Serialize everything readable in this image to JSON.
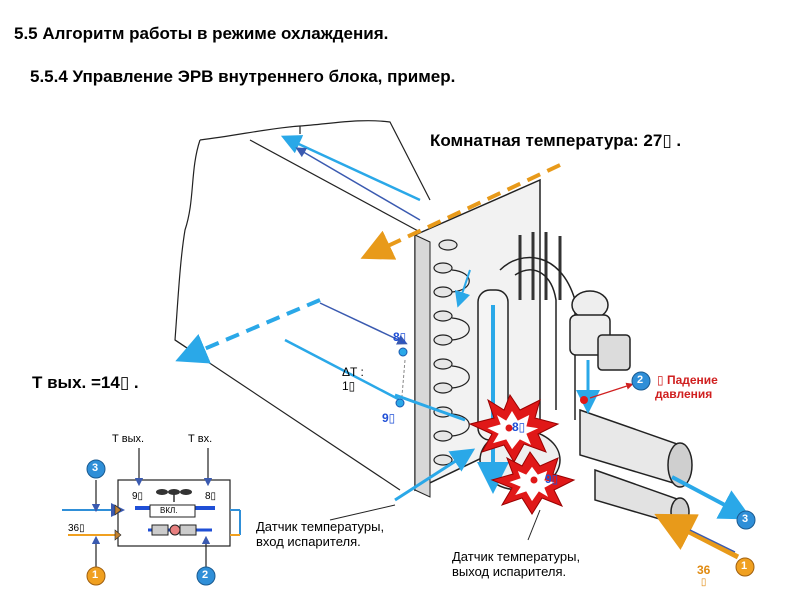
{
  "heading": "5.5 Алгоритм работы в режиме охлаждения.",
  "subheading": "5.5.4 Управление ЭРВ внутреннего блока, пример.",
  "room_temp": "Комнатная температура: 27▯  .",
  "outlet_temp": "Т вых. =14▯  .",
  "delta_t": {
    "line1": "ΔT :",
    "line2": "1▯"
  },
  "temp_8": "8▯",
  "temp_9": "9▯",
  "burst_8": "8▯",
  "burst_9": "9▯",
  "pressure_drop": {
    "line1": "▯  Падение",
    "line2": "давления"
  },
  "sensor_in": {
    "line1": "Датчик температуры,",
    "line2": "вход испарителя."
  },
  "sensor_out": {
    "line1": "Датчик температуры,",
    "line2": "выход испарителя."
  },
  "liquid_temp": {
    "line1": "36",
    "line2": "▯"
  },
  "badges": {
    "b1": "1",
    "b2": "2",
    "b3": "3"
  },
  "mini": {
    "t_out": "Т вых.",
    "t_in": "Т вх.",
    "left_val": "9▯",
    "right_val": "8▯",
    "liquid_val": "36▯",
    "on_label": "ВКЛ."
  },
  "colors": {
    "blue_arrow": "#2aa8e8",
    "orange_arrow": "#e89a1a",
    "badge_blue": "#2f8fd8",
    "badge_orange": "#f0a020",
    "burst_red": "#e01818"
  }
}
